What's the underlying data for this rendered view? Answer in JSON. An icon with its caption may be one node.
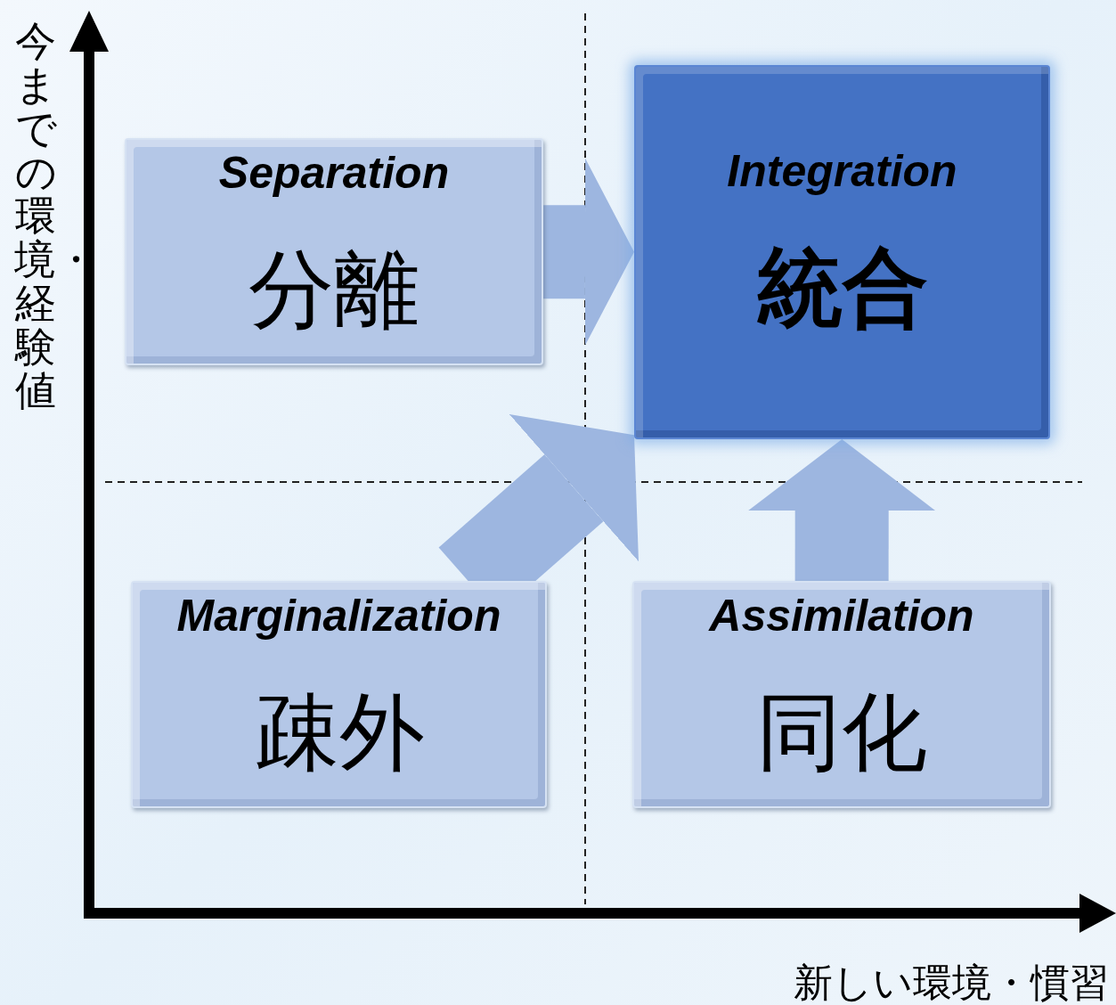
{
  "diagram": {
    "nodes": [
      {
        "text": [
          "Separation",
          "分離"
        ]
      },
      {
        "text": [
          "Integration",
          "統合"
        ]
      },
      {
        "text": [
          "Marginalization",
          "疎外"
        ]
      },
      {
        "text": [
          "Assimilation",
          "同化"
        ]
      }
    ],
    "edges": [
      {
        "from": 0,
        "to": 1,
        "arrow": "to"
      },
      {
        "from": 2,
        "to": 1,
        "arrow": "to"
      },
      {
        "from": 3,
        "to": 1,
        "arrow": "to"
      }
    ],
    "labels": [
      "今までの環境・経験値",
      "新しい環境・慣習"
    ]
  }
}
